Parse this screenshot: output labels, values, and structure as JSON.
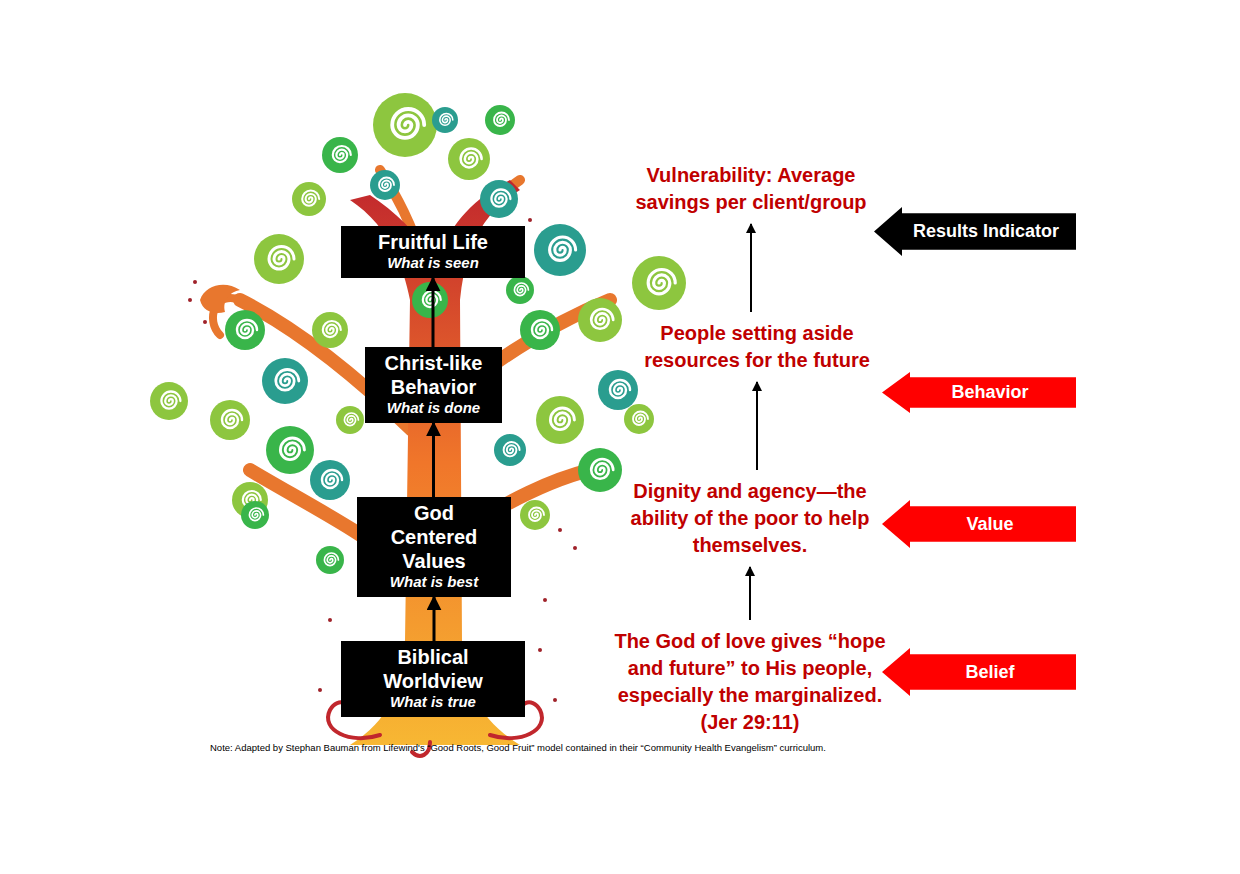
{
  "diagram": {
    "nodes": [
      {
        "text": [
          "Fruitful Life",
          "What is seen"
        ]
      },
      {
        "text": [
          "Christ-like Behavior",
          "What is done"
        ]
      },
      {
        "text": [
          "God Centered Values",
          "What is best"
        ]
      },
      {
        "text": [
          "Biblical Worldview",
          "What is true"
        ]
      },
      {
        "text": [
          "Vulnerability: Average savings per client/group"
        ]
      },
      {
        "text": [
          "Results Indicator"
        ]
      },
      {
        "text": [
          "People setting aside resources for the future"
        ]
      },
      {
        "text": [
          "Behavior"
        ]
      },
      {
        "text": [
          "Dignity and agency—the ability of the poor to help themselves."
        ]
      },
      {
        "text": [
          "Value"
        ]
      },
      {
        "text": [
          "The God of love gives “hope and future” to His people, especially the marginalized. (Jer 29:11)"
        ]
      },
      {
        "text": [
          "Belief"
        ]
      }
    ],
    "edges": [
      {
        "from": 3,
        "to": 2,
        "arrow": "to"
      },
      {
        "from": 2,
        "to": 1,
        "arrow": "to"
      },
      {
        "from": 1,
        "to": 0,
        "arrow": "to"
      },
      {
        "from": 10,
        "to": 8,
        "arrow": "to"
      },
      {
        "from": 8,
        "to": 6,
        "arrow": "to"
      },
      {
        "from": 6,
        "to": 4,
        "arrow": "to"
      }
    ],
    "labels": [
      "Note:  Adapted by Stephan Bauman from Lifewind's “Good Roots, Good Fruit” model contained in their “Community Health Evangelism” curriculum."
    ]
  }
}
